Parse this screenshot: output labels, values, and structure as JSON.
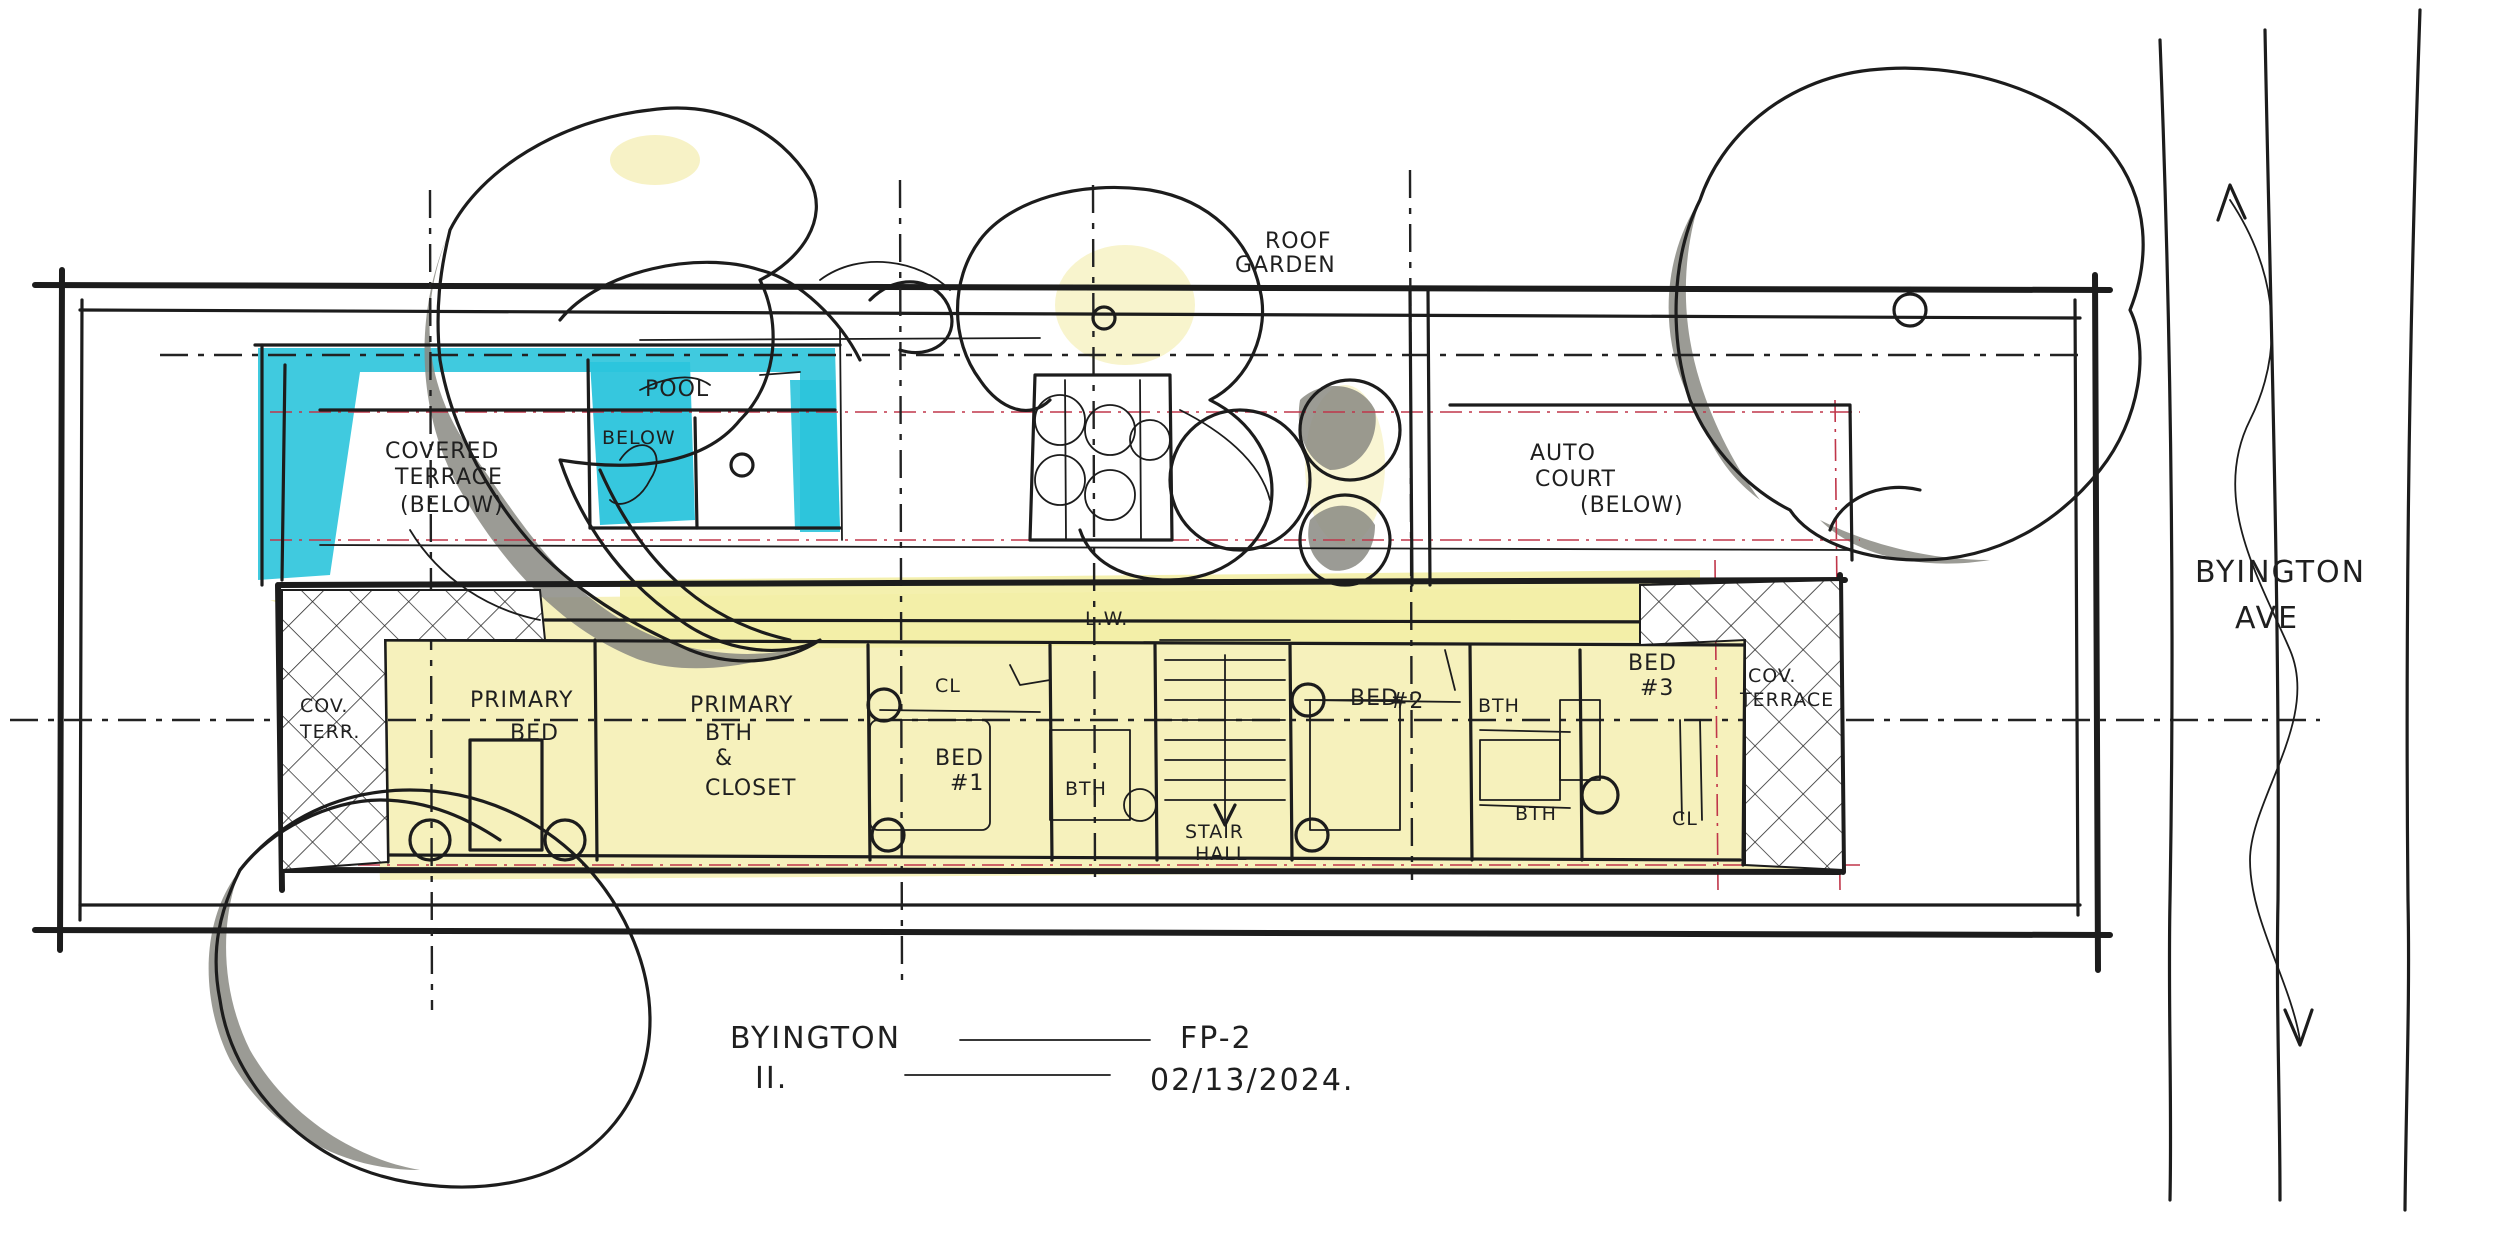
{
  "colors": {
    "ink": "#1c1c1c",
    "pool_cyan": "#2bc4dc",
    "floor_yellow": "#f5f0b8",
    "tree_shadow": "#8a8a82",
    "property_line_red": "#c0364a"
  },
  "labels": {
    "roof_garden": [
      "ROOF",
      "GARDEN"
    ],
    "covered_terrace": [
      "COVERED",
      "TERRACE",
      "(BELOW)"
    ],
    "pool": "POOL",
    "below": "BELOW",
    "auto_court": [
      "AUTO",
      "COURT",
      "(BELOW)"
    ],
    "primary_bed": [
      "PRIMARY",
      "BED"
    ],
    "primary_bath_closet": [
      "PRIMARY",
      "BTH",
      "&",
      "CLOSET"
    ],
    "cl": "CL",
    "laundry": "L.W.",
    "bed_1": [
      "BED",
      "#1"
    ],
    "bth_1": "BTH",
    "stair_hall": [
      "STAIR",
      "HALL"
    ],
    "bed_2": [
      "BED",
      "#2"
    ],
    "bth_2": "BTH",
    "bed_3": [
      "BED",
      "#3"
    ],
    "bth_3": "BTH",
    "cl_3": "CL",
    "terrace_right": [
      "COV.",
      "TERRACE"
    ],
    "terrace_left": [
      "COV.",
      "TERR."
    ],
    "street": [
      "BYINGTON",
      "AVE"
    ],
    "title_block": {
      "project": "BYINGTON",
      "level": "II.",
      "sheet": "FP-2",
      "date": "02/13/2024."
    }
  }
}
